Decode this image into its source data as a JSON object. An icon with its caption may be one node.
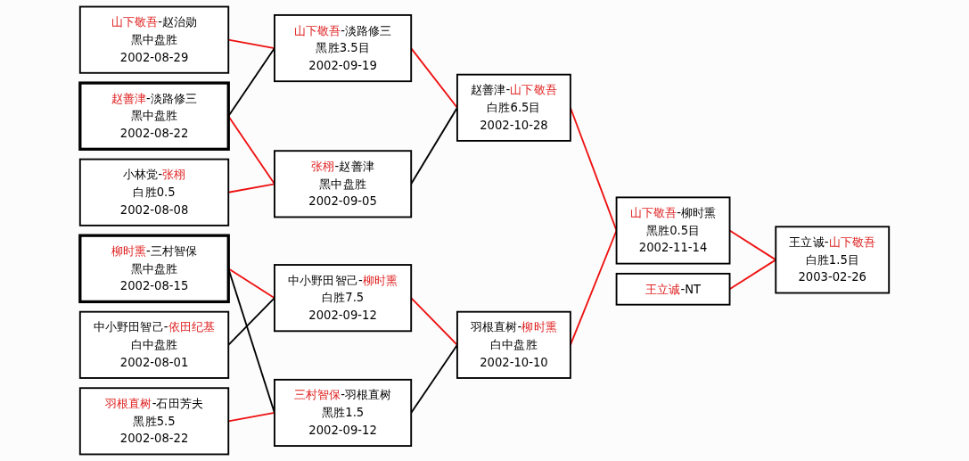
{
  "diagram": {
    "nodes": [
      {
        "text": [
          "山下敬吾-赵治勋",
          "黑中盘胜",
          "2002-08-29"
        ]
      },
      {
        "text": [
          "赵善津-淡路修三",
          "黑中盘胜",
          "2002-08-22"
        ]
      },
      {
        "text": [
          "小林觉-张栩",
          "白胜0.5",
          "2002-08-08"
        ]
      },
      {
        "text": [
          "柳时熏-三村智保",
          "黑中盘胜",
          "2002-08-15"
        ]
      },
      {
        "text": [
          "中小野田智己-依田纪基",
          "白中盘胜",
          "2002-08-01"
        ]
      },
      {
        "text": [
          "羽根直树-石田芳夫",
          "黑胜5.5",
          "2002-08-22"
        ]
      },
      {
        "text": [
          "山下敬吾-淡路修三",
          "黑胜3.5目",
          "2002-09-19"
        ]
      },
      {
        "text": [
          "张栩-赵善津",
          "黑中盘胜",
          "2002-09-05"
        ]
      },
      {
        "text": [
          "中小野田智己-柳时熏",
          "白胜7.5",
          "2002-09-12"
        ]
      },
      {
        "text": [
          "三村智保-羽根直树",
          "黑胜1.5",
          "2002-09-12"
        ]
      },
      {
        "text": [
          "赵善津-山下敬吾",
          "白胜6.5目",
          "2002-10-28"
        ]
      },
      {
        "text": [
          "羽根直树-柳时熏",
          "白中盘胜",
          "2002-10-10"
        ]
      },
      {
        "text": [
          "山下敬吾-柳时熏",
          "黑胜0.5目",
          "2002-11-14"
        ]
      },
      {
        "text": [
          "王立诚-NT"
        ]
      },
      {
        "text": [
          "王立诚-山下敬吾",
          "白胜1.5目",
          "2003-02-26"
        ]
      }
    ],
    "edges": [
      {
        "from": 0,
        "to": 6,
        "arrow": "none"
      },
      {
        "from": 1,
        "to": 6,
        "arrow": "none",
        "color": "#000000"
      },
      {
        "from": 1,
        "to": 7,
        "arrow": "none"
      },
      {
        "from": 2,
        "to": 7,
        "arrow": "none"
      },
      {
        "from": 3,
        "to": 8,
        "arrow": "none"
      },
      {
        "from": 3,
        "to": 9,
        "arrow": "none",
        "color": "#000000"
      },
      {
        "from": 4,
        "to": 8,
        "arrow": "none",
        "color": "#000000"
      },
      {
        "from": 5,
        "to": 9,
        "arrow": "none"
      },
      {
        "from": 6,
        "to": 10,
        "arrow": "none"
      },
      {
        "from": 7,
        "to": 10,
        "arrow": "none",
        "color": "#000000"
      },
      {
        "from": 8,
        "to": 11,
        "arrow": "none"
      },
      {
        "from": 9,
        "to": 11,
        "arrow": "none",
        "color": "#000000"
      },
      {
        "from": 10,
        "to": 12,
        "arrow": "none"
      },
      {
        "from": 11,
        "to": 12,
        "arrow": "none"
      },
      {
        "from": 12,
        "to": 14,
        "arrow": "none"
      },
      {
        "from": 13,
        "to": 14,
        "arrow": "none"
      }
    ]
  }
}
